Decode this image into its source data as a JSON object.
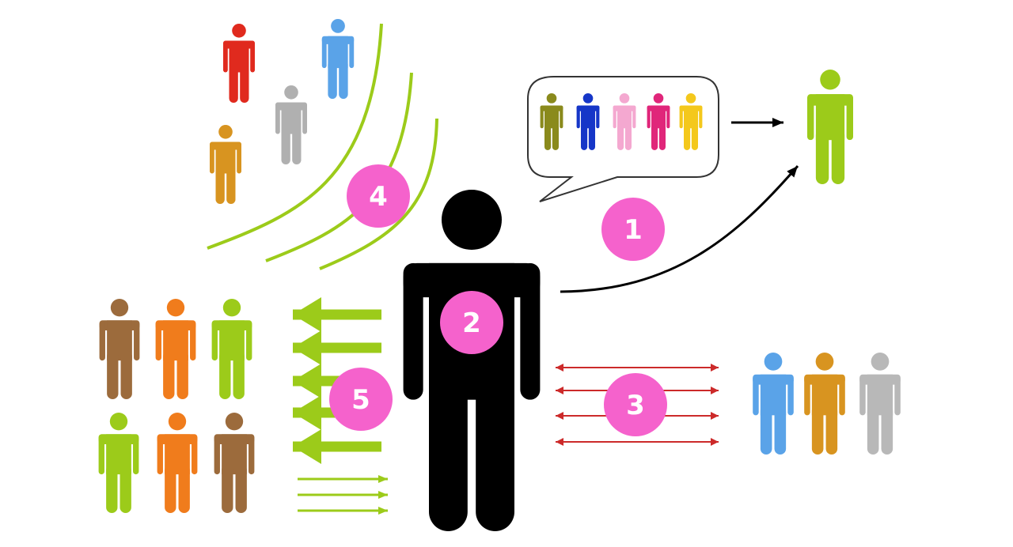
{
  "colors": {
    "badge": "#f562cc",
    "green_line": "#9ccb1a",
    "red_arrow": "#cc2a2a",
    "black": "#000000"
  },
  "badges": [
    "1",
    "2",
    "3",
    "4",
    "5"
  ],
  "figures": {
    "top_left_group": [
      "#e02a1e",
      "#5aa3e8",
      "#b0b0b0",
      "#d89420"
    ],
    "speech_bubble_group": [
      "#8a8a1c",
      "#1636c8",
      "#f4a8d0",
      "#e0267a",
      "#f4c81c"
    ],
    "target_person": "#9ccb1a",
    "center_person": "#000000",
    "left_grid": [
      "#9c6b3c",
      "#f07c1c",
      "#9ccb1a",
      "#9ccb1a",
      "#f07c1c",
      "#9c6b3c"
    ],
    "right_group": [
      "#5aa3e8",
      "#d89420",
      "#b8b8b8"
    ]
  }
}
